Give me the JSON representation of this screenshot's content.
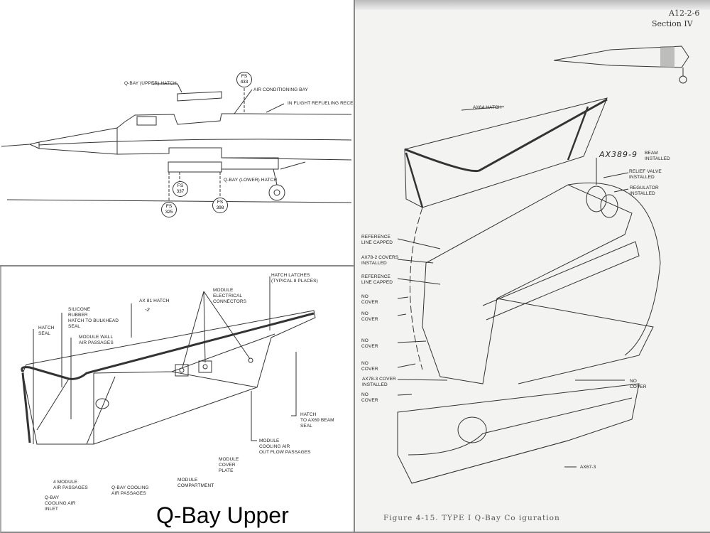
{
  "side_view": {
    "labels": {
      "upper_hatch": "Q-BAY (UPPER) HATCH",
      "ac_bay": "AIR CONDITIONING BAY",
      "refueling": "IN FLIGHT REFUELING RECEPTACLE",
      "lower_hatch": "Q-BAY (LOWER) HATCH"
    },
    "stations": [
      {
        "label": "FS\n433"
      },
      {
        "label": "FS\n337"
      },
      {
        "label": "FS\n325"
      },
      {
        "label": "FS\n398"
      }
    ]
  },
  "hatch_view": {
    "labels": {
      "latches": "HATCH LATCHES\n(TYPICAL 8 PLACES)",
      "connectors": "MODULE\nELECTRICAL\nCONNECTORS",
      "ax81": "AX 81 HATCH",
      "ax81_dash": "-2",
      "silicone": "SILICONE\nRUBBER\nHATCH TO BULKHEAD\nSEAL",
      "hatch_seal": "HATCH\nSEAL",
      "wall_air": "MODULE WALL\nAIR PASSAGES",
      "ax69_seal": "HATCH\nTO AX69 BEAM\nSEAL",
      "outflow": "MODULE\nCOOLING AIR\nOUT FLOW PASSAGES",
      "cover_plate": "MODULE\nCOVER\nPLATE",
      "compartment": "MODULE\nCOMPARTMENT",
      "four_module": "4 MODULE\nAIR PASSAGES",
      "qbay_passages": "Q-BAY COOLING\nAIR PASSAGES",
      "inlet": "Q-BAY\nCOOLING AIR\nINLET"
    },
    "slide_title": "Q-Bay Upper Hatch"
  },
  "config_view": {
    "header": {
      "doc": "A12-2-6",
      "section": "Section IV"
    },
    "labels": {
      "ax64": "AX64 HATCH",
      "ax389_hand": "AX389-9",
      "beam": "BEAM\nINSTALLED",
      "relief": "RELIEF VALVE\nINSTALLED",
      "regulator": "REGULATOR\nINSTALLED",
      "ref1": "REFERENCE\nLINE CAPPED",
      "ax782": "AX78-2 COVERS\nINSTALLED",
      "ref2": "REFERENCE\nLINE CAPPED",
      "nc1": "NO\nCOVER",
      "nc2": "NO\nCOVER",
      "nc3": "NO\nCOVER",
      "nc4": "NO\nCOVER",
      "ax783": "AX78-3 COVER\nINSTALLED",
      "nc5": "NO\nCOVER",
      "nc_right": "NO\nCOVER",
      "ax673": "AX67-3"
    },
    "caption": "Figure 4-15.   TYPE I Q-Bay Co  iguration"
  }
}
